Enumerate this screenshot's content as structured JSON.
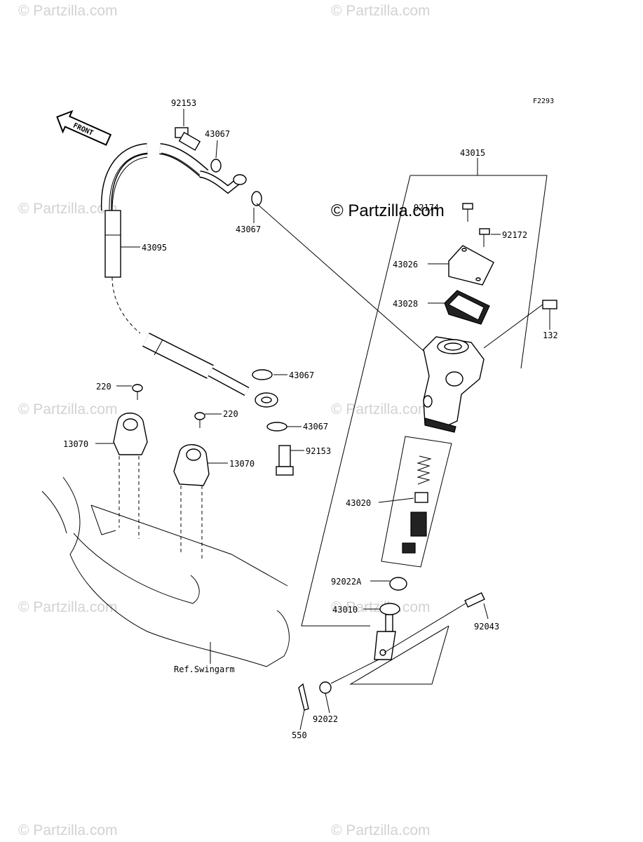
{
  "diagram_code": "F2293",
  "center_brand": "© Partzilla.com",
  "watermark_text": "© Partzilla.com",
  "front_arrow_label": "FRONT",
  "ref_label": "Ref.Swingarm",
  "part_labels": [
    {
      "key": "p92153a",
      "text": "92153"
    },
    {
      "key": "p43067a",
      "text": "43067"
    },
    {
      "key": "p43067b",
      "text": "43067"
    },
    {
      "key": "p43095",
      "text": "43095"
    },
    {
      "key": "p43015",
      "text": "43015"
    },
    {
      "key": "p92174",
      "text": "92174"
    },
    {
      "key": "p92172",
      "text": "92172"
    },
    {
      "key": "p43026",
      "text": "43026"
    },
    {
      "key": "p43028",
      "text": "43028"
    },
    {
      "key": "p132",
      "text": "132"
    },
    {
      "key": "p43067c",
      "text": "43067"
    },
    {
      "key": "p220a",
      "text": "220"
    },
    {
      "key": "p220b",
      "text": "220"
    },
    {
      "key": "p43067d",
      "text": "43067"
    },
    {
      "key": "p13070a",
      "text": "13070"
    },
    {
      "key": "p92153b",
      "text": "92153"
    },
    {
      "key": "p13070b",
      "text": "13070"
    },
    {
      "key": "p43020",
      "text": "43020"
    },
    {
      "key": "p92022A",
      "text": "92022A"
    },
    {
      "key": "p43010",
      "text": "43010"
    },
    {
      "key": "p92043",
      "text": "92043"
    },
    {
      "key": "p92022",
      "text": "92022"
    },
    {
      "key": "p550",
      "text": "550"
    }
  ]
}
